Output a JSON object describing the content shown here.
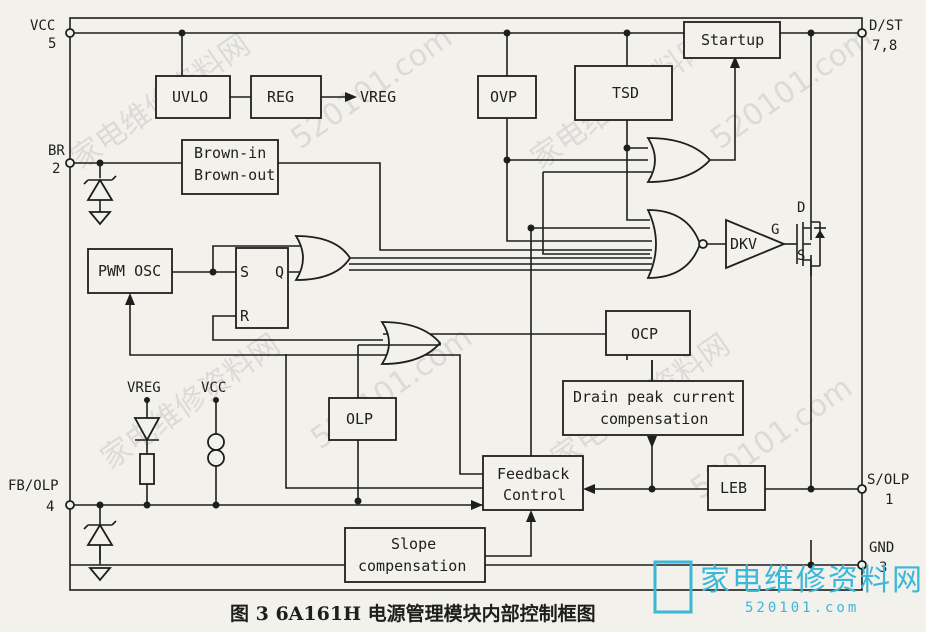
{
  "pins": {
    "vcc_name": "VCC",
    "vcc_num": "5",
    "br_name": "BR",
    "br_num": "2",
    "dst_name": "D/ST",
    "dst_num": "7,8",
    "fbolp_name": "FB/OLP",
    "fbolp_num": "4",
    "solp_name": "S/OLP",
    "solp_num": "1",
    "gnd_name": "GND",
    "gnd_num": "3"
  },
  "blocks": {
    "uvlo": "UVLO",
    "reg": "REG",
    "vreg_out": "VREG",
    "ovp": "OVP",
    "tsd": "TSD",
    "startup": "Startup",
    "brown_in": "Brown-in",
    "brown_out": "Brown-out",
    "pwm_osc": "PWM OSC",
    "ff_s": "S",
    "ff_q": "Q",
    "ff_r": "R",
    "dkv": "DKV",
    "gate_g": "G",
    "mos_d": "D",
    "mos_s": "S",
    "ocp": "OCP",
    "drain_peak_1": "Drain peak current",
    "drain_peak_2": "compensation",
    "olp": "OLP",
    "vreg_label": "VREG",
    "vcc_label": "VCC",
    "feedback_1": "Feedback",
    "feedback_2": "Control",
    "leb": "LEB",
    "slope_1": "Slope",
    "slope_2": "compensation"
  },
  "caption": "图 3  6A161H 电源管理模块内部控制框图",
  "watermark": {
    "repeated": "家电维修资料网",
    "url": "520101.com",
    "corner_cn": "家电维修资料网",
    "corner_url": "520101.com"
  }
}
